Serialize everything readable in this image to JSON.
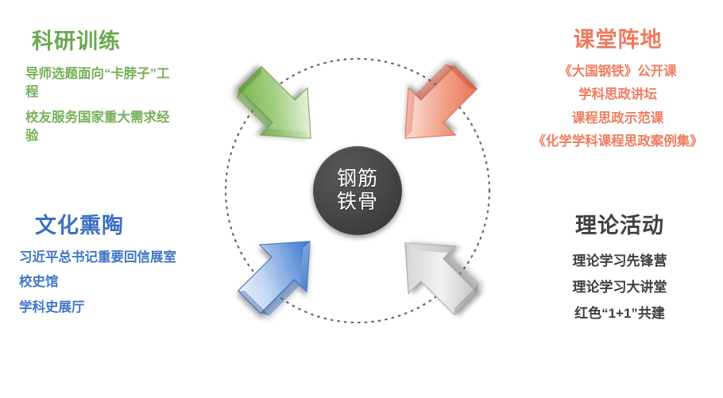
{
  "center": {
    "line1": "钢筋",
    "line2": "铁骨",
    "circle_color": "#3f3f3f",
    "text_color": "#ffffff"
  },
  "quadrants": [
    {
      "id": "research",
      "title": "科研训练",
      "color": "#6aa84f",
      "body_color": "#77b05a",
      "arrow_color": "#8cc063",
      "arrow_direction": "down-right",
      "items": [
        "导师选题面向“卡脖子”工程",
        "校友服务国家重大需求经验"
      ]
    },
    {
      "id": "classroom",
      "title": "课堂阵地",
      "color": "#ec7a5c",
      "body_color": "#ee7d5f",
      "arrow_color": "#ef8266",
      "arrow_direction": "down-left",
      "items": [
        "《大国钢铁》公开课",
        "学科思政讲坛",
        "课程思政示范课",
        "《化学学科课程思政案例集》"
      ]
    },
    {
      "id": "culture",
      "title": "文化熏陶",
      "color": "#3c6fc2",
      "body_color": "#4076c8",
      "arrow_color": "#5b8fd8",
      "arrow_direction": "up-right",
      "items": [
        "习近平总书记重要回信展室",
        "校史馆",
        "学科史展厅"
      ]
    },
    {
      "id": "theory",
      "title": "理论活动",
      "color": "#3f3f3f",
      "body_color": "#3f3f3f",
      "arrow_color": "#c9c9c9",
      "arrow_direction": "up-left",
      "items": [
        "理论学习先锋营",
        "理论学习大讲堂",
        "红色“1+1”共建"
      ]
    }
  ],
  "cycle": {
    "ring_style": "dotted",
    "ring_color": "#6b6b6b"
  }
}
